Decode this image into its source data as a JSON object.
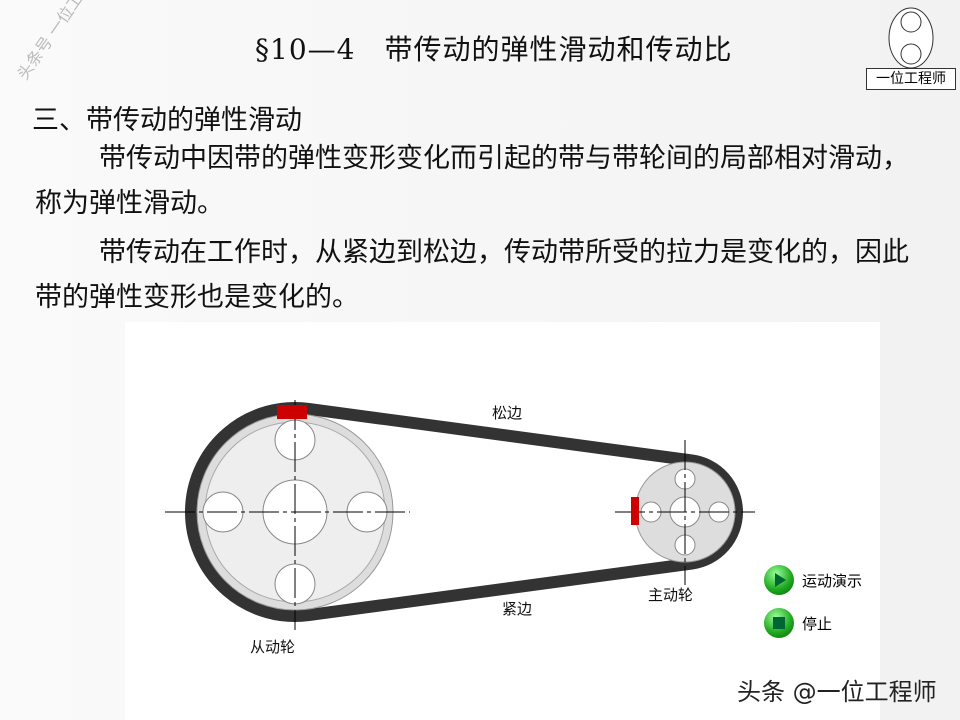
{
  "title": "§10—4　带传动的弹性滑动和传动比",
  "logo": {
    "text": "一位工程师"
  },
  "watermark": "头条号 一位工程师",
  "section": "三、带传动的弹性滑动",
  "paragraphs": [
    "带传动中因带的弹性变形变化而引起的带与带轮间的局部相对滑动，称为弹性滑动。",
    "带传动在工作时，从紧边到松边，传动带所受的拉力是变化的，因此带的弹性变形也是变化的。"
  ],
  "diagram": {
    "slack_side": "松边",
    "tight_side": "紧边",
    "driven": "从动轮",
    "driver": "主动轮",
    "belt_color": "#333333",
    "marker_color": "#cc0000"
  },
  "buttons": {
    "play": "运动演示",
    "stop": "停止"
  },
  "brand": "头条 @一位工程师"
}
